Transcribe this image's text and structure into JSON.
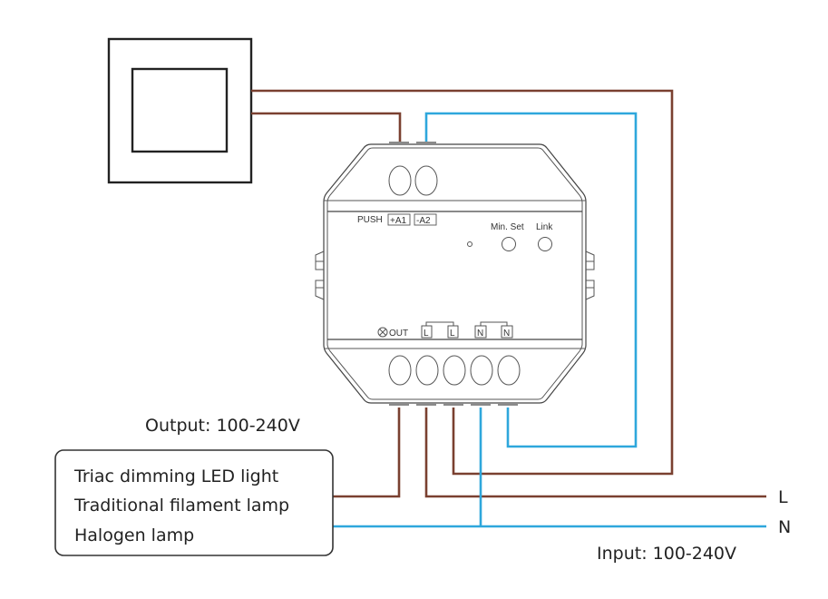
{
  "title": "Triac dimmer wiring diagram",
  "colors": {
    "live_wire": "#7a4030",
    "neutral_wire": "#2ea7dc",
    "outline": "#444444",
    "text": "#222222"
  },
  "switch": {
    "name": "push-button-switch"
  },
  "device": {
    "push_label": "PUSH",
    "push_terminals": [
      "+A1",
      "-A2"
    ],
    "buttons": [
      {
        "label": "Min. Set"
      },
      {
        "label": "Link"
      }
    ],
    "indicator": "led-indicator",
    "out_symbol": "⊗",
    "out_label": "OUT",
    "bottom_terminals": [
      "L",
      "L",
      "N",
      "N"
    ]
  },
  "load": {
    "output_label": "Output: 100-240V",
    "lines": [
      "Triac dimming LED light",
      "Traditional filament lamp",
      "Halogen lamp"
    ]
  },
  "mains": {
    "live_label": "L",
    "neutral_label": "N",
    "input_label": "Input: 100-240V"
  }
}
